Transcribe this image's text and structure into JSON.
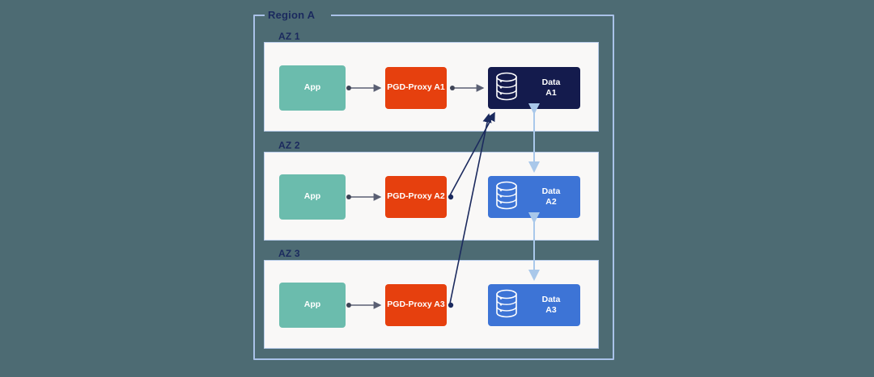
{
  "diagram": {
    "title": "Region A",
    "background_color": "#4d6b73",
    "region": {
      "label": "Region A",
      "border_color": "#a9c2e8"
    },
    "zones": [
      {
        "label": "AZ 1",
        "panel_color": "#f9f8f7",
        "nodes": {
          "app": {
            "label": "App",
            "color": "#6bbcad"
          },
          "proxy": {
            "label": "PGD-Proxy A1",
            "color": "#e6400e"
          },
          "data": {
            "label": "Data\nA1",
            "color": "#141b4d",
            "role": "primary",
            "icon": "database-icon"
          }
        }
      },
      {
        "label": "AZ 2",
        "panel_color": "#f9f8f7",
        "nodes": {
          "app": {
            "label": "App",
            "color": "#6bbcad"
          },
          "proxy": {
            "label": "PGD-Proxy A2",
            "color": "#e6400e"
          },
          "data": {
            "label": "Data\nA2",
            "color": "#3d74d6",
            "role": "replica",
            "icon": "database-icon"
          }
        }
      },
      {
        "label": "AZ 3",
        "panel_color": "#f9f8f7",
        "nodes": {
          "app": {
            "label": "App",
            "color": "#6bbcad"
          },
          "proxy": {
            "label": "PGD-Proxy A3",
            "color": "#e6400e"
          },
          "data": {
            "label": "Data\nA3",
            "color": "#3d74d6",
            "role": "replica",
            "icon": "database-icon"
          }
        }
      }
    ],
    "connectors": {
      "app_to_proxy_color": "#5a5f73",
      "proxy_to_primary_color": "#1b2a5e",
      "replication_color": "#a9c8ea"
    }
  }
}
